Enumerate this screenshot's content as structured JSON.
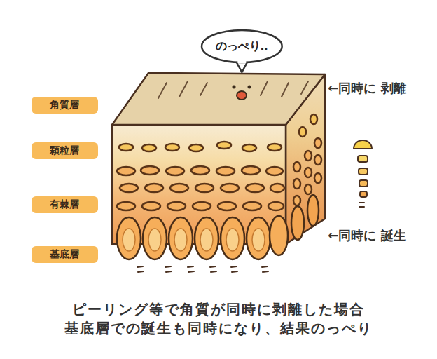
{
  "diagram": {
    "caption": "ピーリング等で角質が同時に剥離した場合 基底層での誕生も同時になり、結果のっぺり",
    "nodes": [
      {
        "text": [
          "のっぺり‥"
        ]
      },
      {
        "text": [
          "角質層"
        ]
      },
      {
        "text": [
          "顆粒層"
        ]
      },
      {
        "text": [
          "有棘層"
        ]
      },
      {
        "text": [
          "基底層"
        ]
      }
    ],
    "labels": [
      "←同時に 剥離",
      "←同時に 誕生"
    ]
  }
}
